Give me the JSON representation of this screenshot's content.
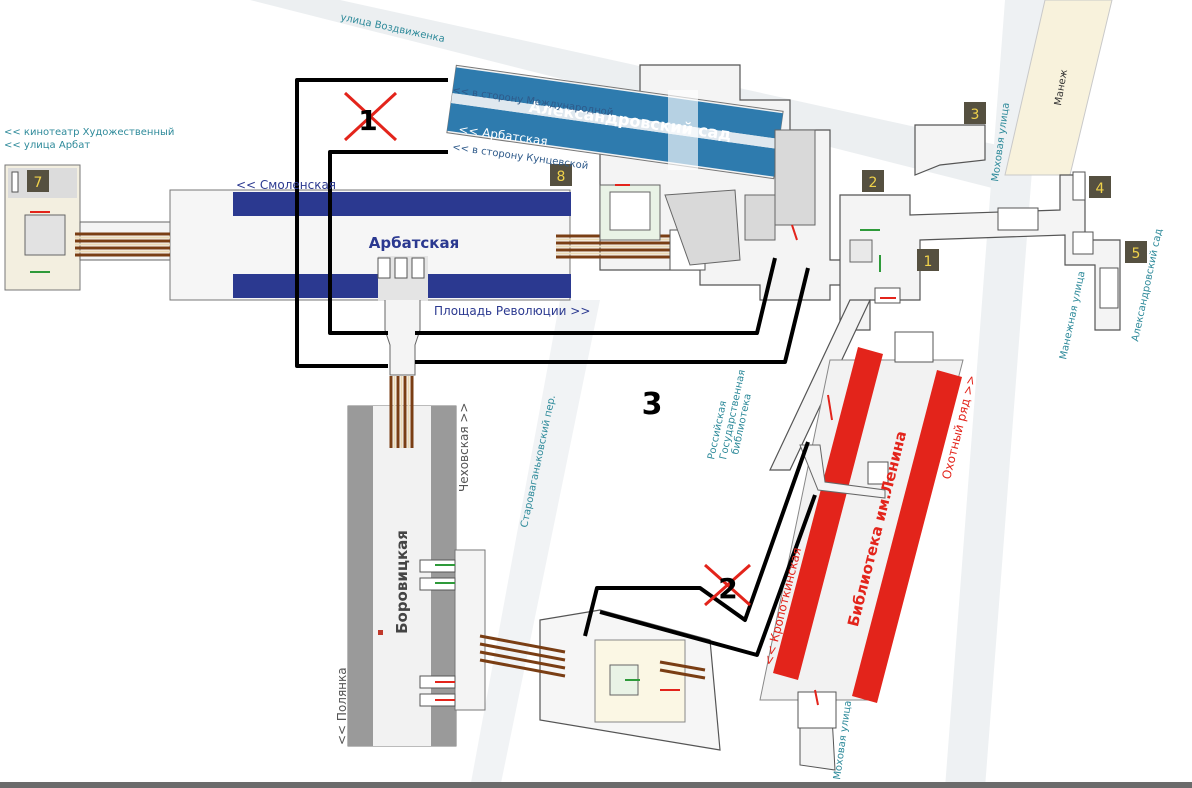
{
  "streets": {
    "vozdvizhenka": "улица Воздвиженка",
    "kinoteatr": "<< кинотеатр Художественный",
    "arbat_street": "<< улица Арбат",
    "manezh": "Манеж",
    "mokhovaya_top": "Моховая улица",
    "manezhnaya": "Манежная улица",
    "aleksandrovsky_sad": "Александровский сад",
    "starovagankovsky": "Староваганьковский пер.",
    "rgb_line1": "Российская",
    "rgb_line2": "Государственная",
    "rgb_line3": "библиотека",
    "mokhovaya_bottom": "Моховая улица"
  },
  "stations": {
    "aleksandrovsky_sad": "Александровский сад",
    "arbatskaya": "Арбатская",
    "borovitskaya": "Боровицкая",
    "biblioteka": "Библиотека им.Ленина"
  },
  "directions": {
    "mezhdunarodnaya": "<< в сторону Международной",
    "arbatskaya_back": "<< Арбатская",
    "kuntsevskaya": "<< в сторону Кунцевской",
    "smolenskaya": "<< Смоленская",
    "ploshchad_revolyutsii": "Площадь Революции >>",
    "chekhovskaya": "Чеховская >>",
    "polyanka": "<< Полянка",
    "okhotny_ryad": "Охотный ряд >>",
    "kropotkinskaya": "<< Кропоткинская"
  },
  "exits": [
    "1",
    "2",
    "3",
    "4",
    "5",
    "7",
    "8"
  ],
  "annotations": {
    "route_one": "1",
    "route_two": "2",
    "route_three": "3"
  },
  "colors": {
    "line_arbatskaya_blue": "#2B3990",
    "line_filevskaya": "#2E7BAE",
    "line_sokolnicheskaya": "#E3241B",
    "line_serpukhovskaya": "#9A9A9A",
    "street_label": "#2E8A9A",
    "exit_badge": "#555040",
    "exit_badge_text": "#F0D24A"
  }
}
